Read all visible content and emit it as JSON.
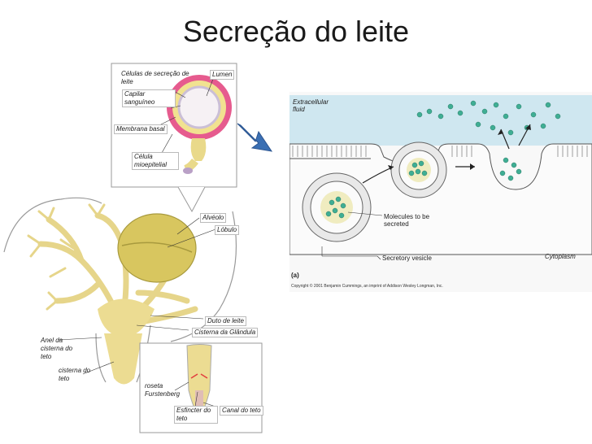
{
  "title": "Secreção do leite",
  "udder_diagram": {
    "inset_top": {
      "secretory_cells": "Células de secreção de leite",
      "lumen": "Lumen",
      "capillary": "Capilar sanguíneo",
      "basal_membrane": "Membrana basal",
      "myoepithelial": "Célula mioepitelial"
    },
    "main": {
      "alveolus": "Alvéolo",
      "lobule": "Lóbulo",
      "milk_duct": "Duto de leite",
      "gland_cistern": "Cisterna da Glândula",
      "teat_ring": "Anel da cisterna do teto",
      "teat_cistern": "cisterna do teto"
    },
    "inset_bottom": {
      "rosette": "roseta Furstenberg",
      "sphincter": "Esfincter do teto",
      "teat_canal": "Canal do teto"
    }
  },
  "secretion_diagram": {
    "extracellular": "Extracellular fluid",
    "molecules": "Molecules to be secreted",
    "vesicle": "Secretory vesicle",
    "cytoplasm": "Cytoplasm",
    "panel": "(a)",
    "copyright": "Copyright © 2001 Benjamin Cummings, an imprint of Addison Wesley Longman, Inc."
  },
  "colors": {
    "gland": "#e9d98a",
    "duct": "#d9c35f",
    "fluid": "#cfe7f0",
    "molecule": "#3fae94",
    "arrow": "#3a6fb3"
  }
}
